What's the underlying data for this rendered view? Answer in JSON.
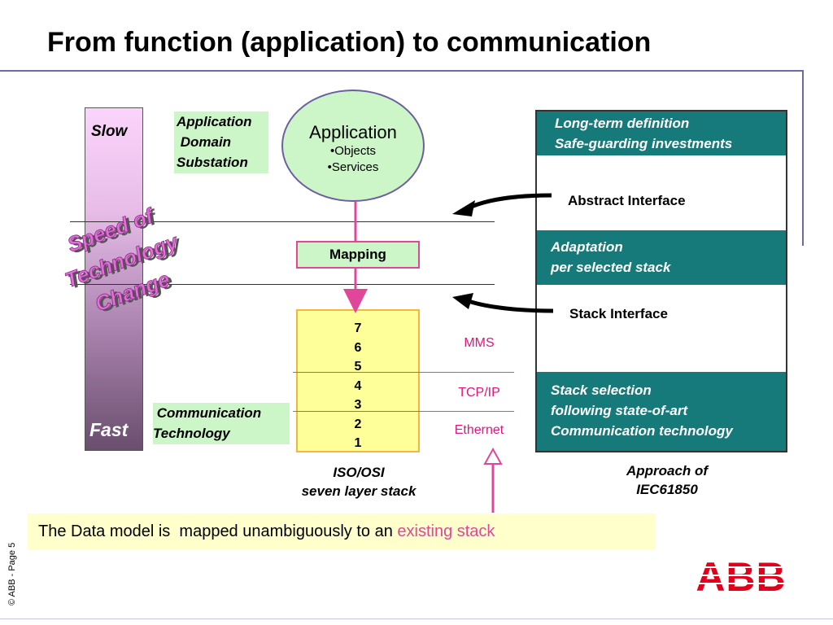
{
  "title": "From function (application) to communication",
  "speed_bar": {
    "slow": "Slow",
    "fast": "Fast",
    "wordart_lines": [
      "Speed of",
      "Technology",
      "Change"
    ]
  },
  "application_domain": {
    "lines": [
      "Application",
      " Domain",
      "Substation"
    ]
  },
  "communication_technology": {
    "lines": [
      " Communication",
      "Technology"
    ]
  },
  "application": {
    "title": "Application",
    "items": [
      "•Objects",
      "•Services"
    ]
  },
  "mapping": "Mapping",
  "osi_stack": {
    "layers": [
      "7",
      "6",
      "5",
      "4",
      "3",
      "2",
      "1"
    ],
    "caption": [
      "ISO/OSI",
      "seven layer stack"
    ]
  },
  "protocols": {
    "mms": "MMS",
    "tcpip": "TCP/IP",
    "ethernet": "Ethernet"
  },
  "iec_approach": {
    "block_1": [
      "Long-term definition",
      "Safe-guarding investments"
    ],
    "block_2": [
      "Adaptation",
      "per selected stack"
    ],
    "block_3": [
      "Stack selection",
      "following state-of-art",
      "Communication technology"
    ],
    "abstract_interface": "Abstract Interface",
    "stack_interface": "Stack Interface",
    "caption": [
      "Approach of",
      "IEC61850"
    ]
  },
  "data_model": {
    "text": "The Data model is  mapped unambiguously to an ",
    "highlight": "existing stack"
  },
  "footer": "© ABB  - Page 5",
  "logo": "ABB",
  "colors": {
    "teal": "#167a7a",
    "pink": "#e0479a",
    "light_green": "#ccf5c8",
    "yellow": "#ffff99",
    "wordart": "#e070d8"
  }
}
